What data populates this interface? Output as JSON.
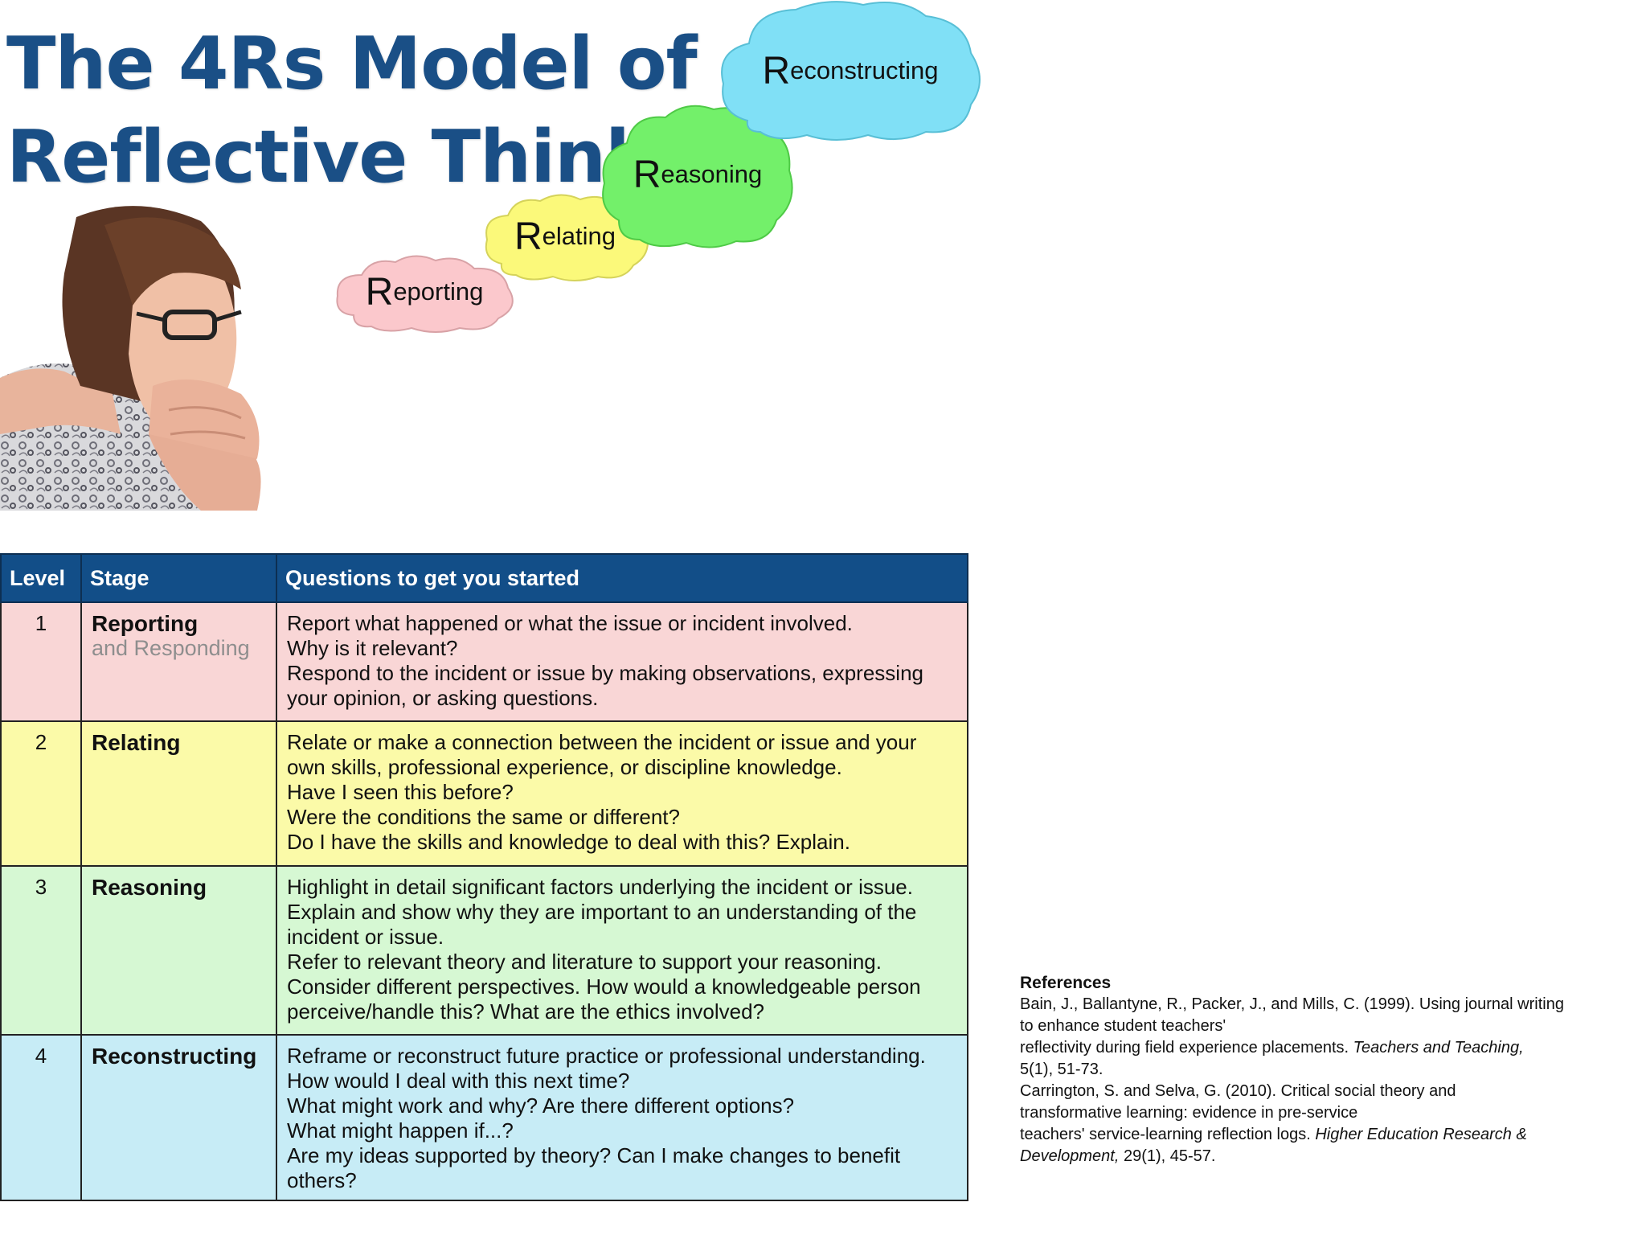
{
  "title": {
    "line1": "The 4Rs Model of",
    "line2": "Reflective Thinking"
  },
  "clouds": [
    {
      "cap": "R",
      "rest": "eporting",
      "color": "#fbc8cc"
    },
    {
      "cap": "R",
      "rest": "elating",
      "color": "#fbf97a"
    },
    {
      "cap": "R",
      "rest": "easoning",
      "color": "#73f06a"
    },
    {
      "cap": "R",
      "rest": "econstructing",
      "color": "#80e0f6"
    }
  ],
  "table": {
    "headers": {
      "level": "Level",
      "stage": "Stage",
      "questions": "Questions to get you started"
    },
    "rows": [
      {
        "level": "1",
        "stage": "Reporting",
        "stage_sub": "and Responding",
        "questions": [
          "Report what happened or what the issue or incident involved.",
          "Why is it relevant?",
          "Respond to the incident or issue by making observations, expressing",
          "your opinion, or asking questions."
        ]
      },
      {
        "level": "2",
        "stage": "Relating",
        "stage_sub": "",
        "questions": [
          "Relate or make a connection between the incident or issue and your",
          "own skills, professional experience, or discipline knowledge.",
          "Have I seen this before?",
          "Were the conditions the same or different?",
          "Do I have the skills and knowledge to deal with this? Explain."
        ]
      },
      {
        "level": "3",
        "stage": "Reasoning",
        "stage_sub": "",
        "questions": [
          "Highlight in detail significant factors underlying the incident or issue.",
          "Explain and show why they are important to an understanding of the",
          "incident or issue.",
          "Refer to relevant theory and literature to support your reasoning.",
          "Consider different perspectives. How would a knowledgeable person",
          "perceive/handle this? What are the ethics involved?"
        ]
      },
      {
        "level": "4",
        "stage": "Reconstructing",
        "stage_sub": "",
        "questions": [
          "Reframe or reconstruct future practice or professional understanding.",
          "How would I deal with this next time?",
          "What might work and why? Are there different options?",
          "What might happen if...?",
          "Are my ideas supported by theory? Can I make changes to benefit",
          "others?"
        ]
      }
    ]
  },
  "references": {
    "heading": "References",
    "ref1": {
      "line1": "Bain, J., Ballantyne, R., Packer, J., and Mills, C.  (1999).  Using journal writing",
      "line2": "to enhance student teachers'",
      "line3a": "reflectivity during field experience placements.  ",
      "line3b_italic": "Teachers and Teaching,",
      "line4": "5(1), 51-73."
    },
    "ref2": {
      "line1": "Carrington, S. and Selva, G.  (2010).  Critical social theory and",
      "line2": "transformative learning: evidence in pre-service",
      "line3a": "teachers' service-learning reflection logs.  ",
      "line3b_italic": "Higher Education Research &",
      "line4a_italic": "Development,",
      "line4b": " 29(1), 45-57."
    }
  }
}
